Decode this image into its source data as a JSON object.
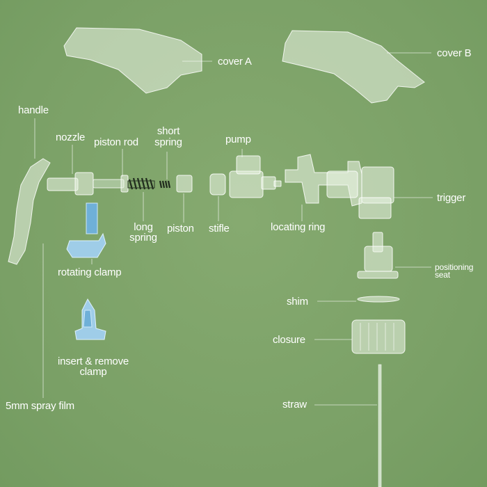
{
  "labels": {
    "cover_a": "cover A",
    "cover_b": "cover B",
    "handle": "handle",
    "nozzle": "nozzle",
    "piston_rod": "piston rod",
    "short_spring_1": "short",
    "short_spring_2": "spring",
    "pump": "pump",
    "trigger": "trigger",
    "long_spring_1": "long",
    "long_spring_2": "spring",
    "piston": "piston",
    "stifle": "stifle",
    "locating_ring": "locating ring",
    "rotating_clamp": "rotating clamp",
    "positioning_seat_1": "positioning",
    "positioning_seat_2": "seat",
    "shim": "shim",
    "insert_remove_clamp_1": "insert & remove",
    "insert_remove_clamp_2": "clamp",
    "closure": "closure",
    "spray_film": "5mm spray film",
    "straw": "straw"
  },
  "colors": {
    "background": "#7fa46a",
    "label": "#ffffff",
    "clamp_blue": "#9fcde8"
  }
}
